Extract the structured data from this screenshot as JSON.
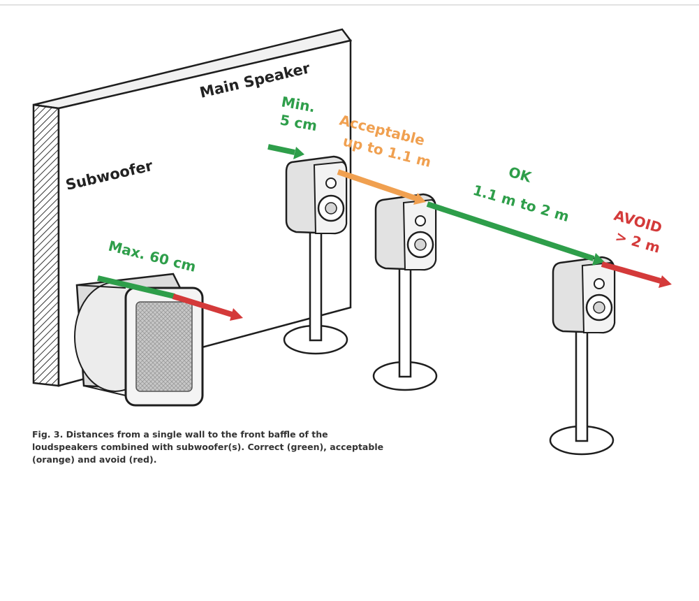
{
  "labels": {
    "main_speaker": "Main Speaker",
    "subwoofer": "Subwoofer",
    "min_line1": "Min.",
    "min_line2": "5 cm",
    "acceptable_line1": "Acceptable",
    "acceptable_line2": "up to 1.1 m",
    "ok_line1": "OK",
    "ok_line2": "1.1 m to 2 m",
    "avoid_line1": "AVOID",
    "avoid_line2": "> 2 m",
    "max_sub": "Max. 60 cm"
  },
  "caption": {
    "line1": "Fig. 3. Distances from a single wall to the front baffle of the",
    "line2": "loudspeakers combined with subwoofer(s). Correct (green), acceptable",
    "line3": "(orange) and avoid (red)."
  },
  "colors": {
    "green": "#2e9e4a",
    "orange": "#f0a050",
    "red": "#d43a3a",
    "outline": "#1e1e1e"
  }
}
